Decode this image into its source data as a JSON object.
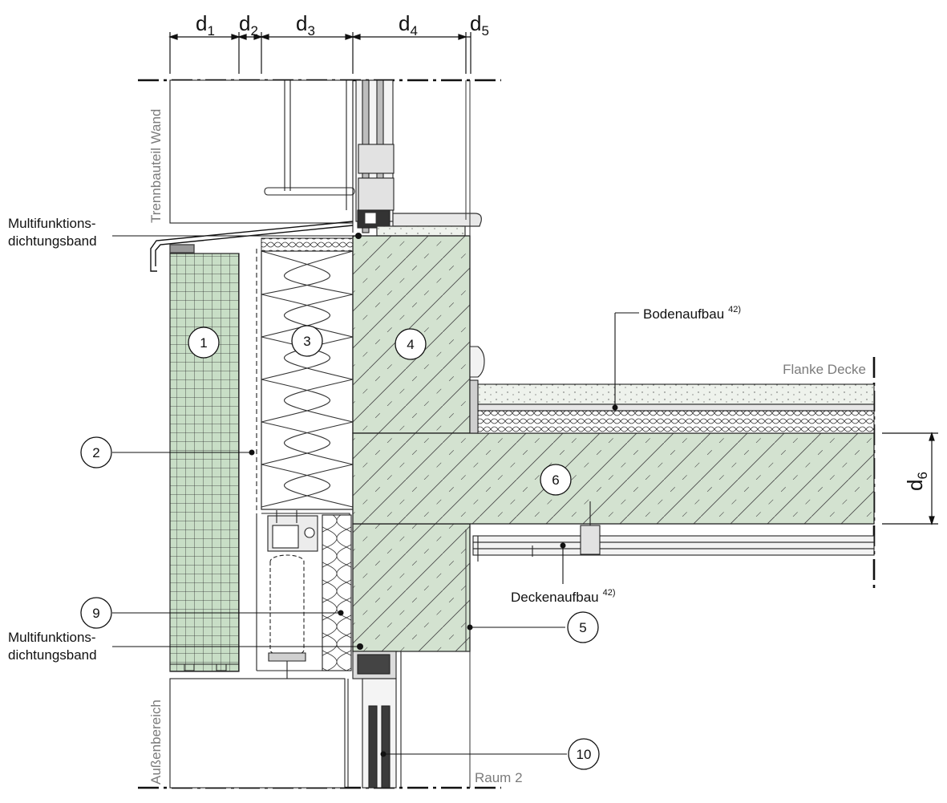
{
  "labels": {
    "wall_side": "Trennbauteil Wand",
    "outside": "Außenbereich",
    "room": "Raum 2",
    "floor_flank": "Flanke Decke",
    "floor_build": "Bodenaufbau",
    "floor_build_ref": "42)",
    "ceiling_build": "Deckenaufbau",
    "ceiling_build_ref": "42)",
    "tape_top_line1": "Multifunktions-",
    "tape_top_line2": "dichtungsband",
    "tape_bottom_line1": "Multifunktions-",
    "tape_bottom_line2": "dichtungsband"
  },
  "dimensions": [
    {
      "letter": "d",
      "index": "1"
    },
    {
      "letter": "d",
      "index": "2"
    },
    {
      "letter": "d",
      "index": "3"
    },
    {
      "letter": "d",
      "index": "4"
    },
    {
      "letter": "d",
      "index": "5"
    },
    {
      "letter": "d",
      "index": "6"
    }
  ],
  "markers": [
    "1",
    "2",
    "3",
    "4",
    "5",
    "6",
    "9",
    "10"
  ],
  "colors": {
    "concrete_fill": "#d3e2d0",
    "cladding_fill": "#c8dec6",
    "grey_text": "#7b7b7b",
    "line": "#1a1a1a"
  }
}
